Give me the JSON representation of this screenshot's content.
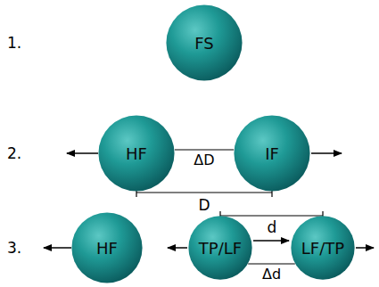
{
  "diagram": {
    "nodes": [
      {
        "text": [
          "FS"
        ]
      },
      {
        "text": [
          "HF"
        ]
      },
      {
        "text": [
          "IF"
        ]
      },
      {
        "text": [
          "HF"
        ]
      },
      {
        "text": [
          "TP/LF"
        ]
      },
      {
        "text": [
          "LF/TP"
        ]
      }
    ],
    "edges": [
      {
        "from": 1,
        "to": 2,
        "arrow": "none",
        "label": "ΔD"
      },
      {
        "from": 4,
        "to": 5,
        "arrow": "none",
        "label": "Δd"
      }
    ],
    "labels": [
      "1.",
      "2.",
      "3.",
      "D",
      "d"
    ]
  }
}
